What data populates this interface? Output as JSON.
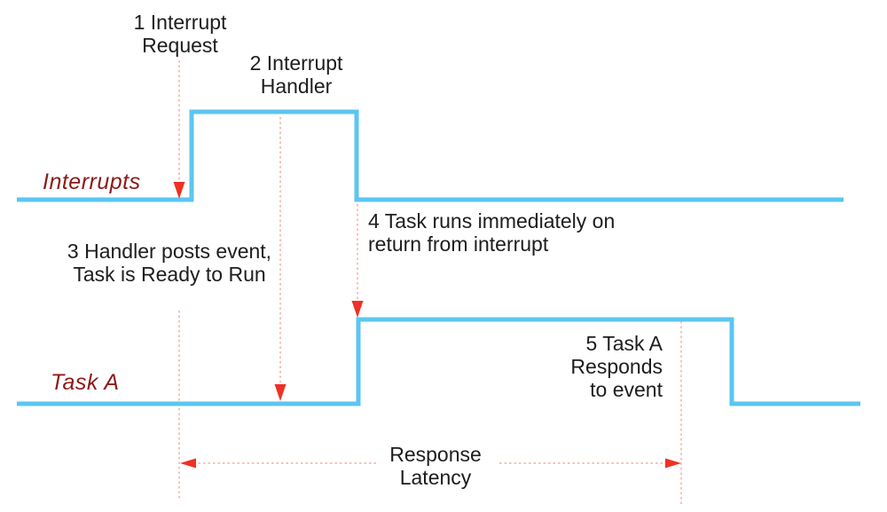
{
  "colors": {
    "background": "#ffffff",
    "waveform": "#5bc6f0",
    "arrow": "#ee3124",
    "dashed": "#f7aba3",
    "signal-label": "#8c1a18",
    "text": "#1d1d1d"
  },
  "signals": {
    "interrupts": {
      "label": "Interrupts"
    },
    "task_a": {
      "label": "Task A"
    }
  },
  "annotations": {
    "interrupt_request": "1 Interrupt\nRequest",
    "interrupt_handler": "2 Interrupt\nHandler",
    "handler_posts_event": "3 Handler posts event,\nTask is Ready to Run",
    "task_runs": "4 Task runs immediately on\nreturn from interrupt",
    "task_responds": "5 Task A\nResponds\nto event",
    "response_latency": "Response\nLatency"
  }
}
